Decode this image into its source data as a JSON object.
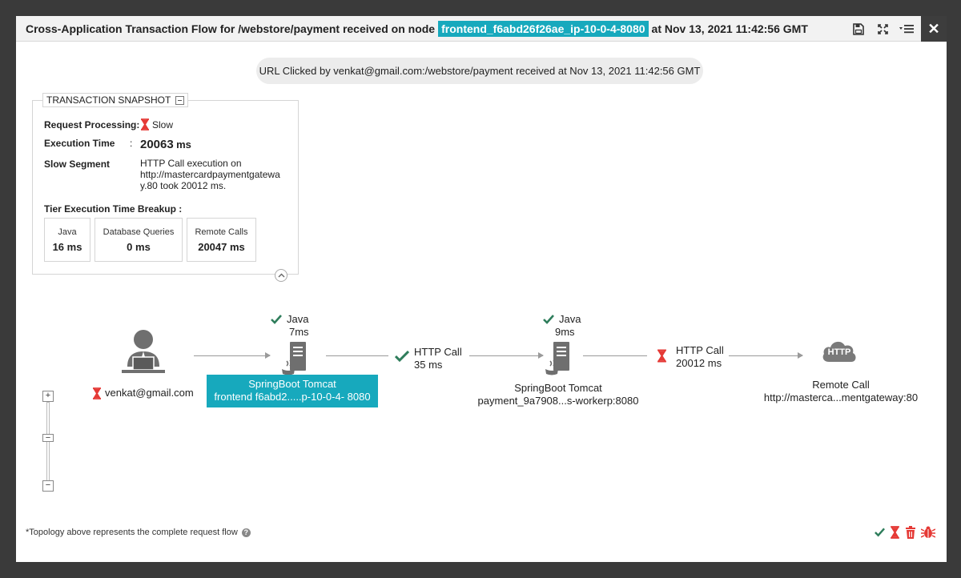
{
  "titlebar": {
    "title_prefix": "Cross-Application Transaction Flow for /webstore/payment received on node",
    "node_name": "frontend_f6abd26f26ae_ip-10-0-4-8080",
    "title_suffix": "at Nov 13, 2021 11:42:56 GMT",
    "icons": [
      "save-icon",
      "fullscreen-icon",
      "menu-icon"
    ],
    "close": "✕"
  },
  "url_info": "URL Clicked by venkat@gmail.com:/webstore/payment received at Nov 13, 2021 11:42:56 GMT",
  "snapshot": {
    "heading": "TRANSACTION SNAPSHOT",
    "request_processing_label": "Request Processing:",
    "request_processing_value": "Slow",
    "execution_time_label": "Execution Time",
    "execution_time_sep": ":",
    "execution_time_value": "20063",
    "execution_time_unit": "ms",
    "slow_segment_label": "Slow Segment",
    "slow_segment_value": "HTTP Call execution on http://mastercardpaymentgatewa y.80 took 20012 ms.",
    "tier_breakup_label": "Tier Execution Time Breakup :",
    "tiers": [
      {
        "label": "Java",
        "value": "16 ms"
      },
      {
        "label": "Database Queries",
        "value": "0 ms"
      },
      {
        "label": "Remote Calls",
        "value": "20047 ms"
      }
    ]
  },
  "topology": {
    "user_label": "venkat@gmail.com",
    "node1": {
      "tech": "Java",
      "time": "7ms",
      "name_line1": "SpringBoot Tomcat",
      "name_line2": "frontend f6abd2.....p-10-0-4- 8080"
    },
    "call1": {
      "type": "HTTP Call",
      "time": "35 ms"
    },
    "node2": {
      "tech": "Java",
      "time": "9ms",
      "name_line1": "SpringBoot Tomcat",
      "name_line2": "payment_9a7908...s-workerp:8080"
    },
    "call2": {
      "type": "HTTP Call",
      "time": "20012 ms"
    },
    "remote": {
      "icon_text": "HTTP",
      "name_line1": "Remote Call",
      "name_line2": "http://masterca...mentgateway:80"
    }
  },
  "zoom": {
    "plus": "+",
    "minus": "−"
  },
  "footer_note": "*Topology above represents the complete request flow",
  "colors": {
    "accent": "#17a9bd",
    "ok": "#2e7d5b",
    "slow": "#e53935"
  }
}
